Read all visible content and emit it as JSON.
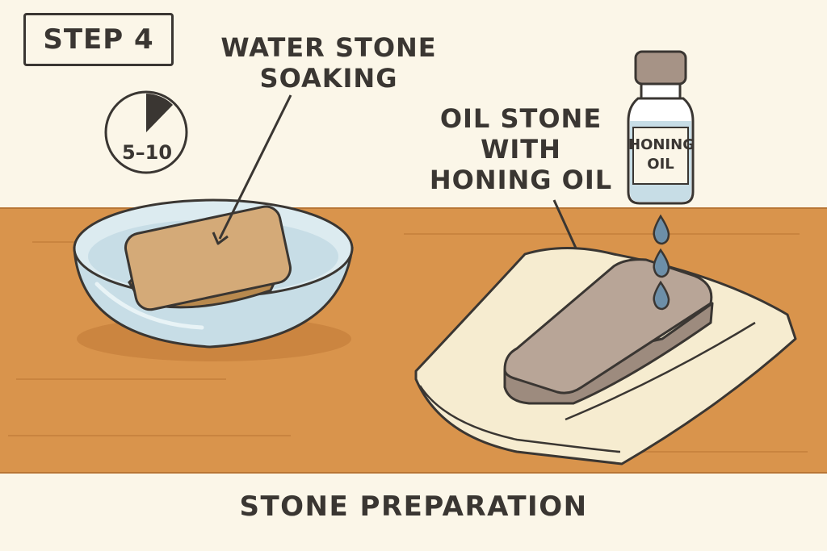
{
  "step_badge": "STEP 4",
  "water_stone": {
    "label_line1": "WATER STONE",
    "label_line2": "SOAKING"
  },
  "timer": {
    "label": "5–10"
  },
  "oil_stone": {
    "label_line1": "OIL STONE",
    "label_line2": "WITH",
    "label_line3": "HONING OIL"
  },
  "bottle": {
    "label_line1": "HONING",
    "label_line2": "OIL"
  },
  "caption": "STONE PREPARATION",
  "colors": {
    "background": "#fbf6e8",
    "table": "#d9944c",
    "water": "#c7dde6",
    "whetstone": "#d4aa78",
    "oilstone": "#b8a597",
    "towel": "#f6ecd0",
    "ink": "#3a3632"
  }
}
